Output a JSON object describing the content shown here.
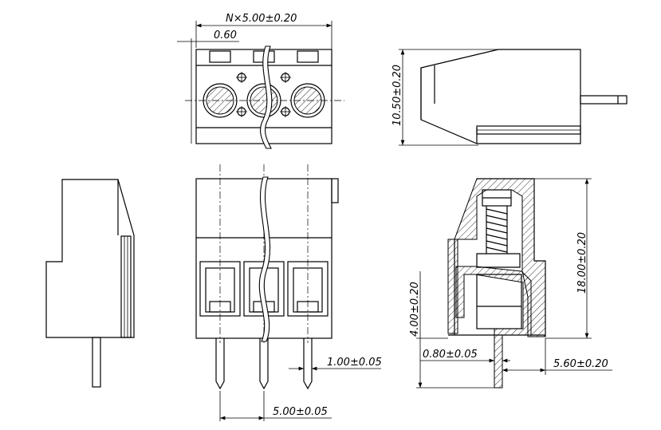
{
  "dimensions": {
    "pitch_total": "N×5.00±0.20",
    "offset": "0.60",
    "height_top": "10.50±0.20",
    "total_height": "18.00±0.20",
    "pin_height": "4.00±0.20",
    "pin_thickness": "0.80±0.05",
    "pin_width": "1.00±0.05",
    "pin_pitch": "5.00±0.05",
    "pin_offset": "5.60±0.20"
  }
}
